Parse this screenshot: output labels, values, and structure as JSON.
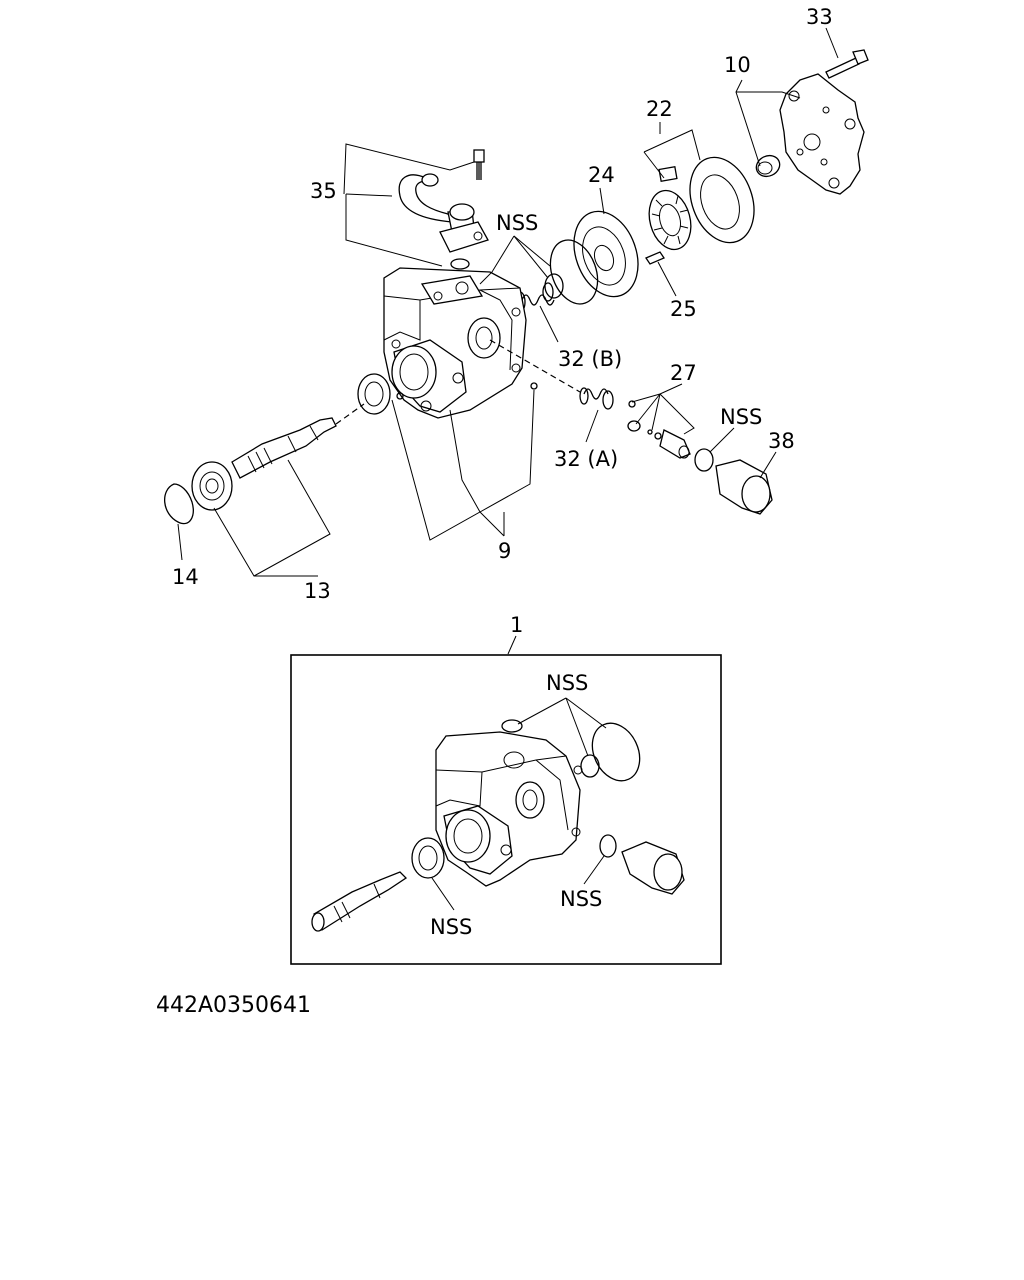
{
  "callouts": {
    "c33": "33",
    "c10": "10",
    "c22": "22",
    "c24": "24",
    "c35": "35",
    "c_nss_top": "NSS",
    "c25": "25",
    "c32b": "32 (B)",
    "c27": "27",
    "c_nss_right": "NSS",
    "c38": "38",
    "c32a": "32 (A)",
    "c14": "14",
    "c13": "13",
    "c9": "9",
    "c1": "1"
  },
  "inset": {
    "nss_top": "NSS",
    "nss_right": "NSS",
    "nss_bottom": "NSS"
  },
  "drawing_number": "442A0350641"
}
